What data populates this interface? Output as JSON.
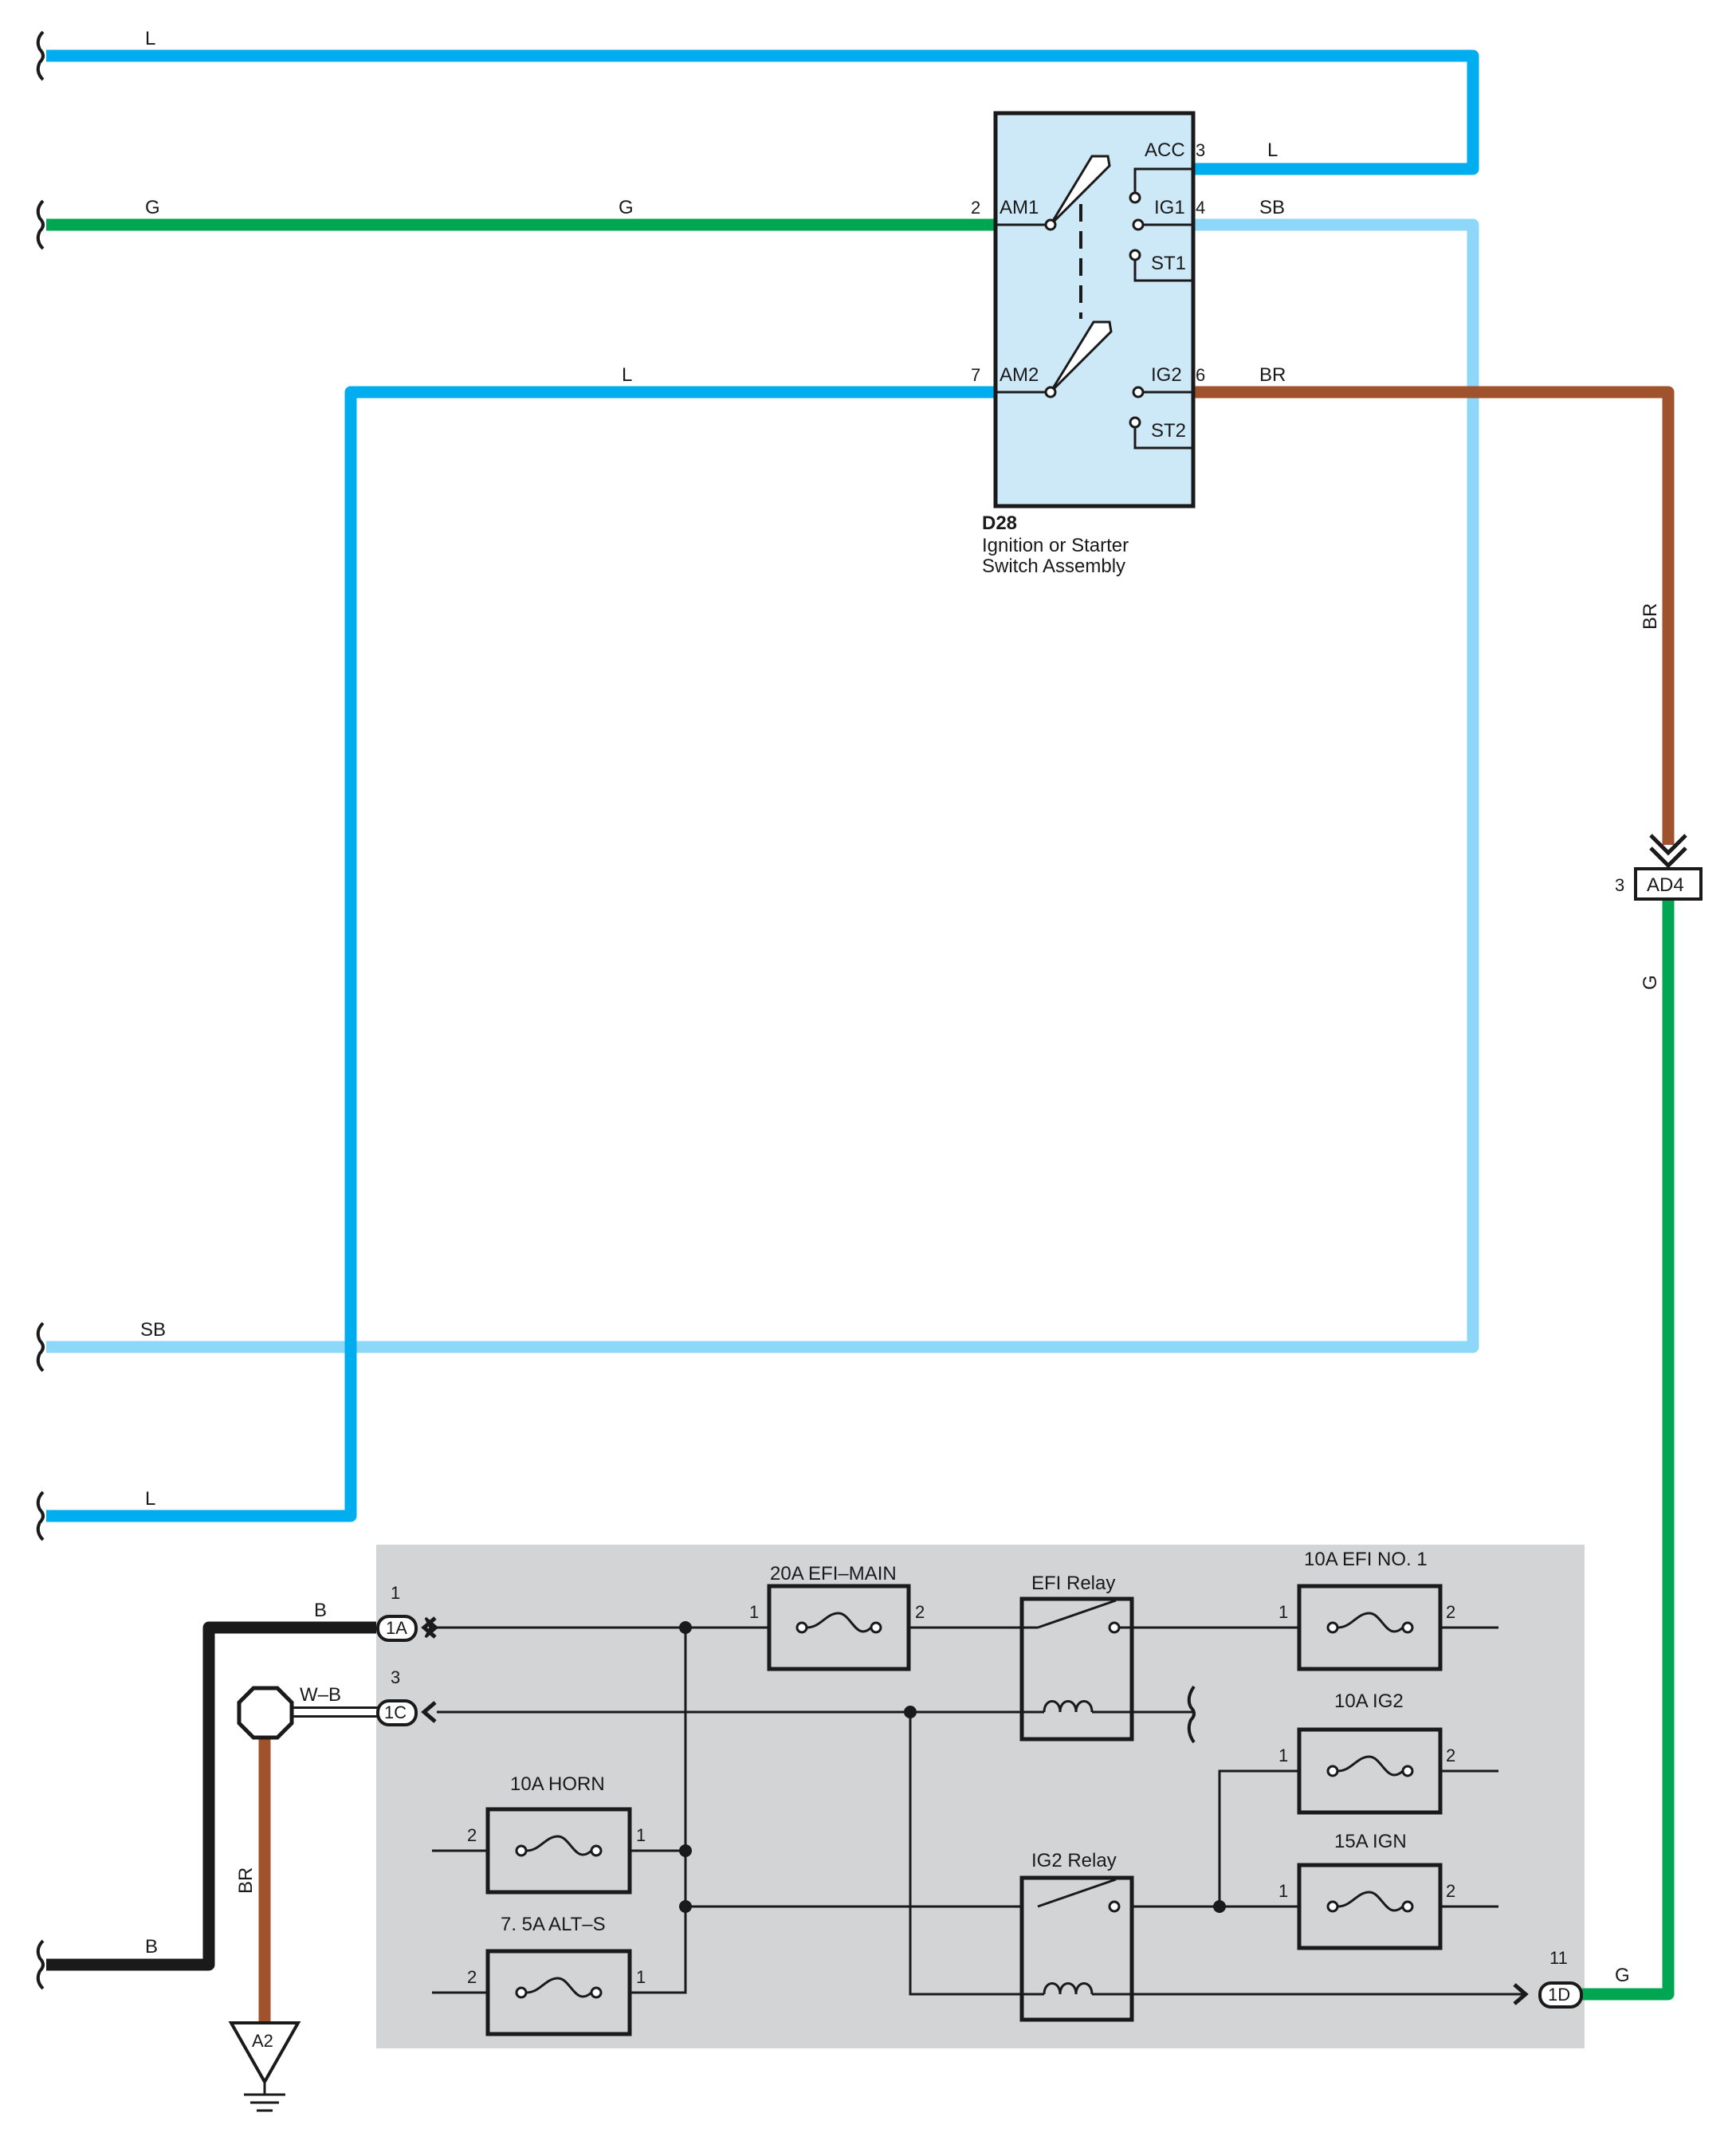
{
  "colors": {
    "L": "#00aeef",
    "SB": "#8dd8f8",
    "G": "#00a651",
    "BR": "#a0522d",
    "B": "#1a1a1a",
    "switch_fill": "#cde9f7",
    "relay_block_fill": "#d3d4d6"
  },
  "wires": {
    "top_L": "L",
    "top_G_left": "G",
    "top_G_mid": "G",
    "am2_L": "L",
    "acc_L": "L",
    "ig1_SB": "SB",
    "ig2_BR": "BR",
    "right_BR": "BR",
    "right_G": "G",
    "bottom_SB": "SB",
    "bottom_L": "L",
    "ground_B_top": "B",
    "ground_B_bottom": "B",
    "wb": "W–B",
    "ground_BR": "BR",
    "out_G": "G"
  },
  "ignition_switch": {
    "code": "D28",
    "name_line1": "Ignition or Starter",
    "name_line2": "Switch Assembly",
    "terminals": {
      "am1": "AM1",
      "am1_pin": "2",
      "am2": "AM2",
      "am2_pin": "7",
      "acc": "ACC",
      "acc_pin": "3",
      "ig1": "IG1",
      "ig1_pin": "4",
      "st1": "ST1",
      "ig2": "IG2",
      "ig2_pin": "6",
      "st2": "ST2"
    }
  },
  "connectors": {
    "ad4": "AD4",
    "ad4_pin": "3",
    "c1a": "1A",
    "c1a_pin": "1",
    "c1c": "1C",
    "c1c_pin": "3",
    "c1d": "1D",
    "c1d_pin": "11",
    "ground": "A2"
  },
  "relay_block": {
    "efi_main": "20A EFI–MAIN",
    "efi_main_pin1": "1",
    "efi_main_pin2": "2",
    "efi_relay": "EFI Relay",
    "efi_no1": "10A EFI NO. 1",
    "efi_no1_pin1": "1",
    "efi_no1_pin2": "2",
    "ig2_fuse": "10A IG2",
    "ig2_fuse_pin1": "1",
    "ig2_fuse_pin2": "2",
    "horn": "10A HORN",
    "horn_pin2": "2",
    "horn_pin1": "1",
    "ign": "15A IGN",
    "ign_pin1": "1",
    "ign_pin2": "2",
    "ig2_relay": "IG2 Relay",
    "alts": "7. 5A ALT–S",
    "alts_pin2": "2",
    "alts_pin1": "1"
  }
}
